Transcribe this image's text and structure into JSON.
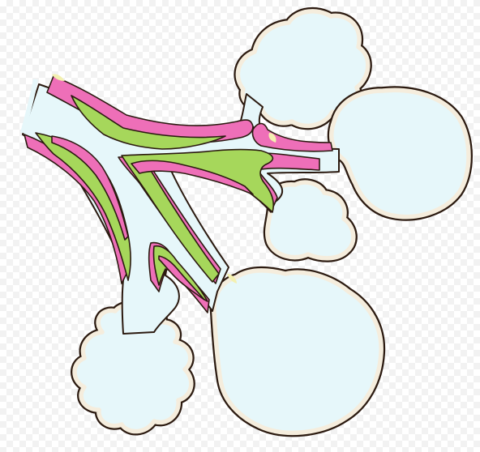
{
  "diagram": {
    "kind": "bronchiole-alveolar-sacs-illustration",
    "labels": [],
    "colors": {
      "lumen": "#e6f7fa",
      "outline": "#2b1a10",
      "rim": "#f5eddd",
      "mucosa": "#ee6fb8",
      "muscle": "#a6d75b",
      "cartilage": "#f3f0b0",
      "background_checker": "#f2f2f2"
    },
    "structures": [
      "terminal-bronchiole",
      "respiratory-bronchiole-upper",
      "respiratory-bronchiole-lower",
      "alveolar-duct",
      "alveolar-sac-top",
      "alveolar-sac-right-large",
      "alveolar-sac-right-small",
      "alveolar-sac-bottom-large",
      "alveolar-sac-bottom-left"
    ]
  }
}
